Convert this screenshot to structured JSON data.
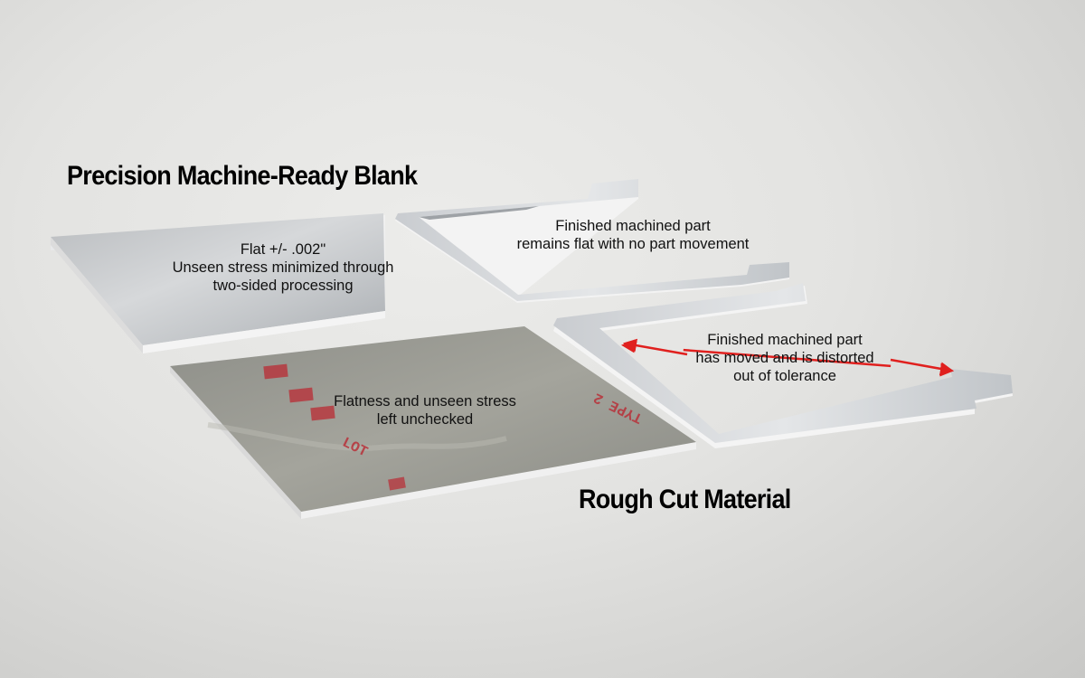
{
  "headings": {
    "top": "Precision Machine-Ready Blank",
    "bottom": "Rough Cut Material"
  },
  "labels": {
    "blank_plate": "Flat +/- .002\"\nUnseen stress minimized through\ntwo-sided processing",
    "flat_part": "Finished machined part\nremains flat with no part movement",
    "rough_plate": "Flatness and unseen stress\nleft unchecked",
    "distorted_part": "Finished machined part\nhas moved and is distorted\nout of tolerance"
  },
  "stamps": {
    "lot": "LOT",
    "type": "TYPE 2"
  },
  "colors": {
    "background": "#e3e3e1",
    "arrow": "#e0201e",
    "stamp": "#b8323a"
  }
}
